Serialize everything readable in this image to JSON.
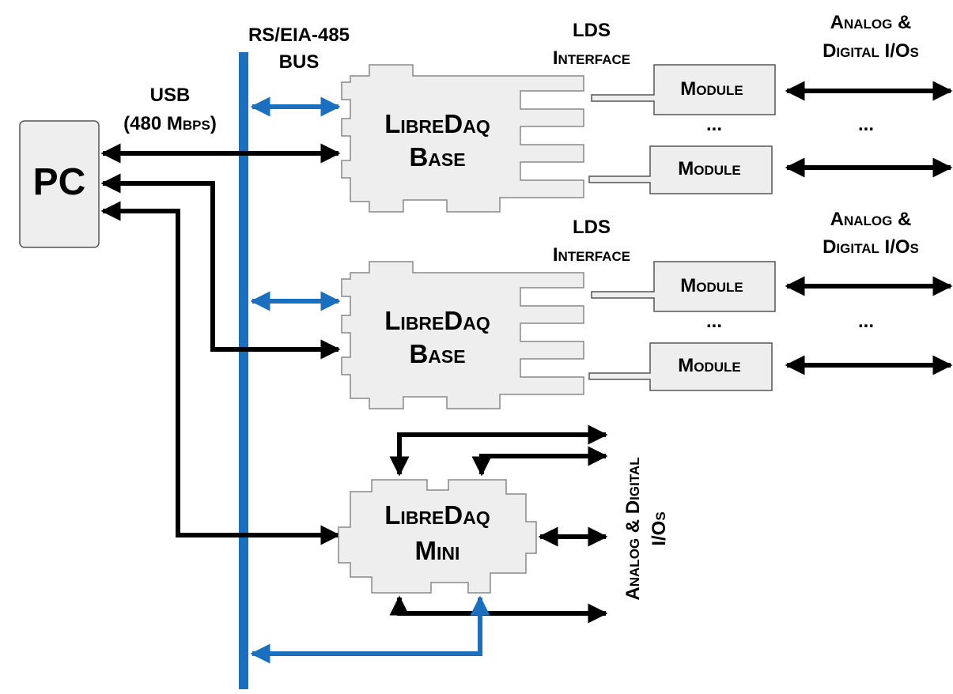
{
  "pc": {
    "label": "PC"
  },
  "bus": {
    "line1": "RS/EIA-485",
    "line2": "BUS"
  },
  "usb": {
    "line1": "USB",
    "line2": "(480 Mbps)"
  },
  "base": {
    "line1": "LibreDaq",
    "line2": "Base"
  },
  "mini": {
    "line1": "LibreDaq",
    "line2": "Mini"
  },
  "lds": {
    "line1": "LDS",
    "line2": "Interface"
  },
  "module_label": "Module",
  "ellipsis": "...",
  "io": {
    "line1": "Analog &",
    "line2": "Digital I/Os"
  },
  "mini_io": {
    "line1": "Analog & Digital",
    "line2": "I/Os"
  },
  "colors": {
    "bus": "#1a6fbe",
    "fill": "#eeeeee",
    "arrow": "#000000"
  }
}
